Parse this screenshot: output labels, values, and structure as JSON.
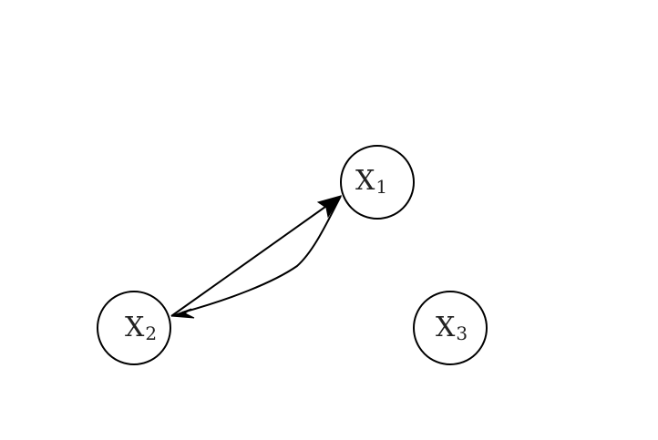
{
  "diagram": {
    "colors": {
      "stroke": "#000000",
      "text": "#222222",
      "background": "#ffffff"
    },
    "nodes": [
      {
        "id": "x1",
        "label": "X",
        "subscript": "1"
      },
      {
        "id": "x2",
        "label": "X",
        "subscript": "2"
      },
      {
        "id": "x3",
        "label": "X",
        "subscript": "3"
      }
    ],
    "edges": [
      {
        "from": "x2",
        "to": "x1",
        "shape": "straight"
      },
      {
        "from": "x1",
        "to": "x2",
        "shape": "curved"
      }
    ]
  }
}
